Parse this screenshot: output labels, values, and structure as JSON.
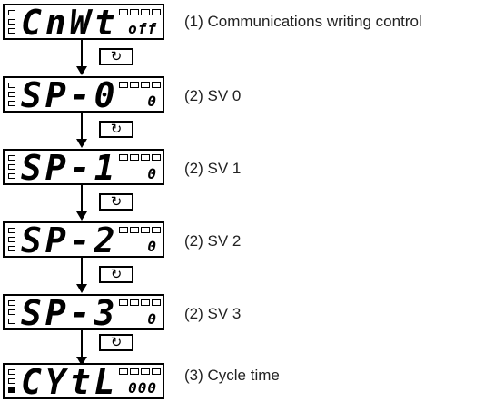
{
  "steps": [
    {
      "display_main": "CnWt",
      "display_sub": "off",
      "label": "(1) Communications writing control"
    },
    {
      "display_main": "SP-0",
      "display_sub": "0",
      "label": "(2) SV 0"
    },
    {
      "display_main": "SP-1",
      "display_sub": "0",
      "label": "(2) SV 1"
    },
    {
      "display_main": "SP-2",
      "display_sub": "0",
      "label": "(2) SV 2"
    },
    {
      "display_main": "SP-3",
      "display_sub": "0",
      "label": "(2) SV 3"
    },
    {
      "display_main": "CYtL",
      "display_sub": "000",
      "label": "(3) Cycle time"
    }
  ],
  "mode_key": {
    "icon": "cycle-key-icon",
    "glyph": "↻"
  },
  "colors": {
    "line": "#000000",
    "label_text": "#222222",
    "background": "#ffffff"
  }
}
